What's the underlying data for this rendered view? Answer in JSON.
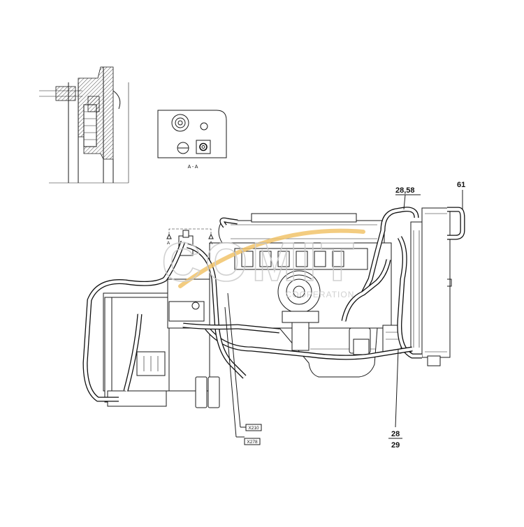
{
  "section_view": {
    "label": "A - A"
  },
  "callouts": {
    "c1": "28,58",
    "c2": "61",
    "c3": "28",
    "c4": "29"
  },
  "connectors": {
    "x1": "X210",
    "x2": "X278"
  },
  "section_markers": {
    "left": "A",
    "right": "A"
  },
  "watermark": {
    "main": "COMIT",
    "sub": "COOPERATION",
    "text_color": "#c9c9c9",
    "swoosh_color": "#f2c46a"
  }
}
